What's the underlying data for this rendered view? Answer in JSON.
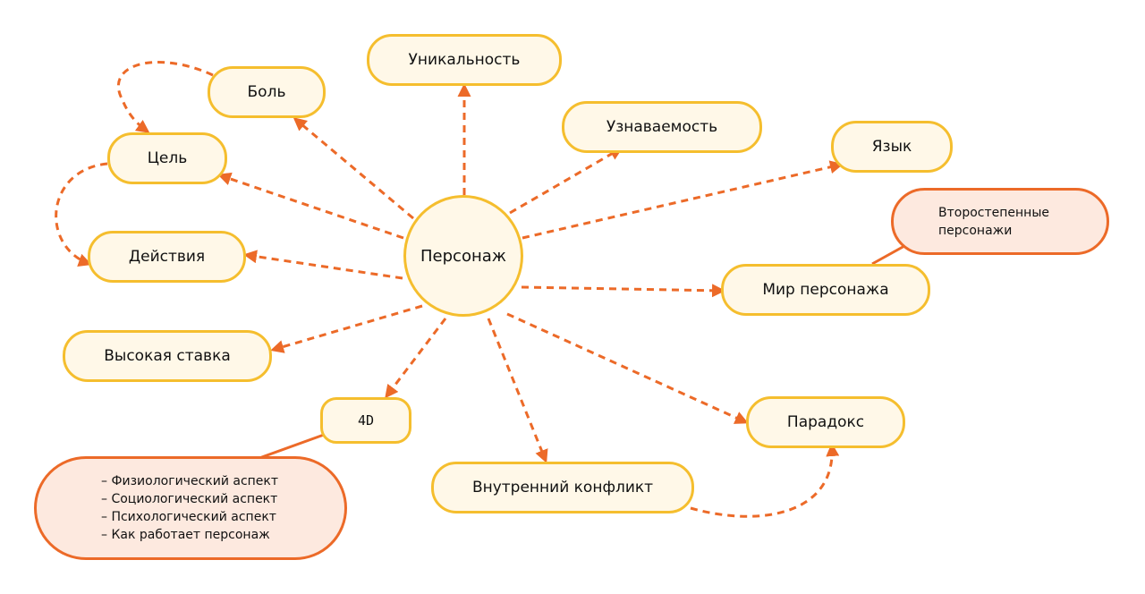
{
  "colors": {
    "node_fill": "#fff8e8",
    "node_border": "#f5be2e",
    "arrow": "#ec6a28",
    "note_fill": "#fde9df",
    "note_border": "#ec6a28"
  },
  "center": {
    "label": "Персонаж"
  },
  "nodes": {
    "unikalnost": "Уникальность",
    "bol": "Боль",
    "uznavaemost": "Узнаваемость",
    "yazyk": "Язык",
    "tsel": "Цель",
    "deystviya": "Действия",
    "mir": "Мир персонажа",
    "vysokaya_stavka": "Высокая ставка",
    "four_d": "4D",
    "paradoks": "Парадокс",
    "vnutr_konflikt": "Внутренний конфликт"
  },
  "notes": {
    "vtorostepennye": "Второстепенные персонажи",
    "four_d_list": [
      "Физиологический аспект",
      "Социологический аспект",
      "Психологический аспект",
      "Как работает персонаж"
    ]
  }
}
